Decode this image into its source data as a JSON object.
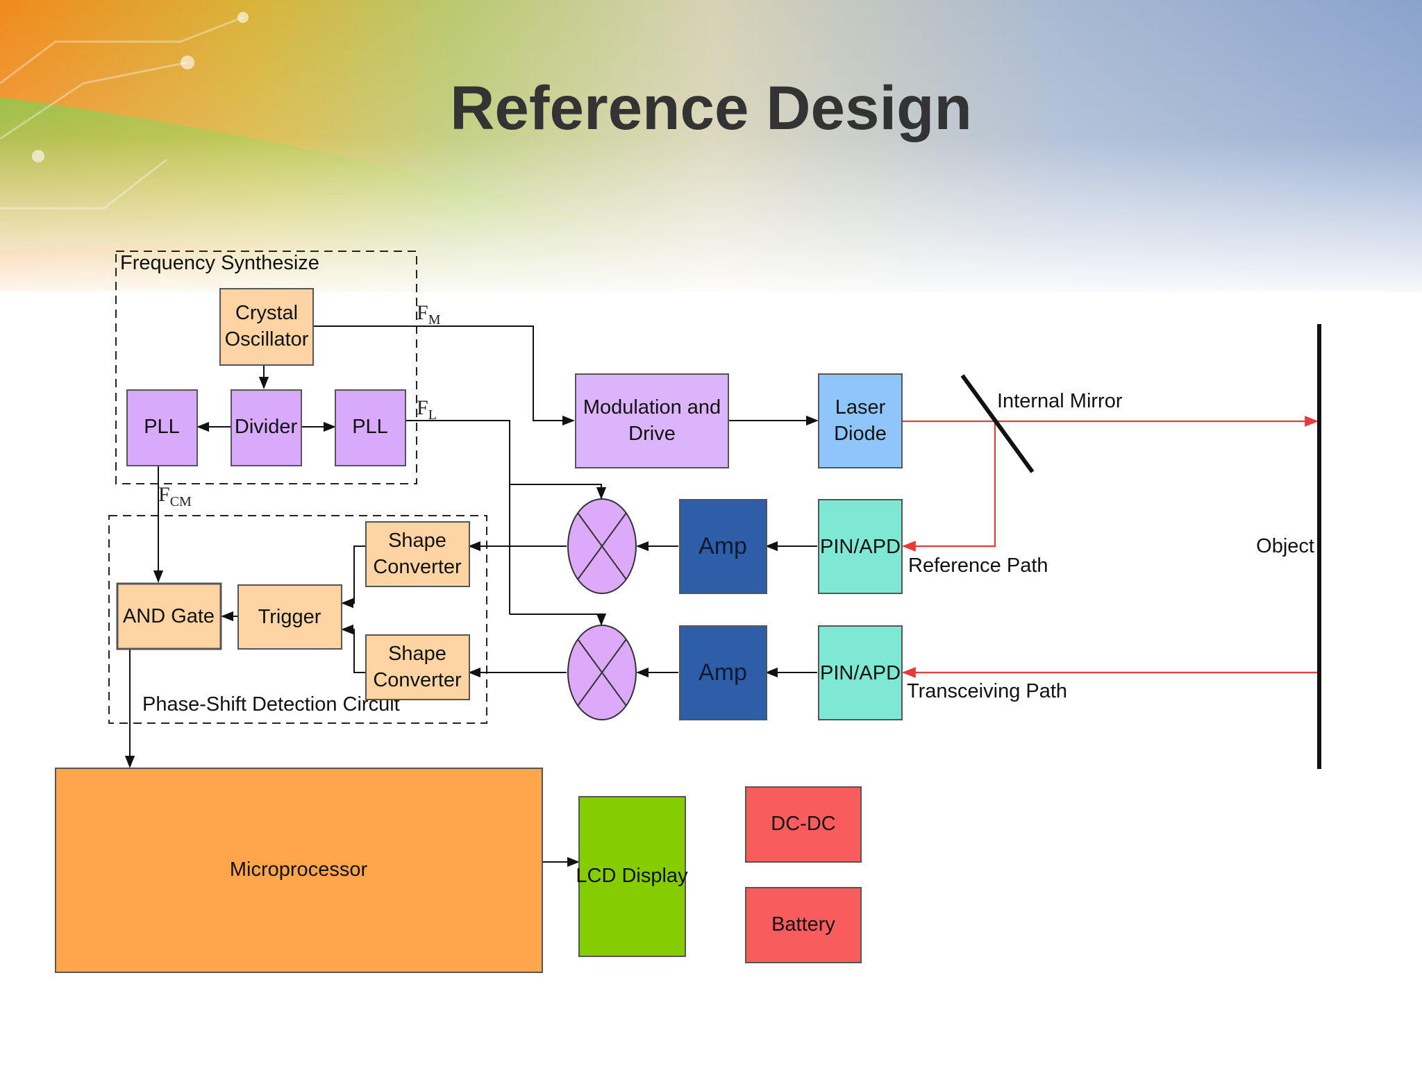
{
  "slide": {
    "title": "Reference Design"
  },
  "colors": {
    "crystal": "#ffd4a3",
    "pll": "#d9a9fb",
    "modulation": "#dcb4fb",
    "laser_diode": "#8ec6fb",
    "amp": "#2e5ea8",
    "pin_apd": "#7ee8d4",
    "shape_converter": "#ffd4a3",
    "microprocessor": "#ffa64d",
    "lcd": "#85cc00",
    "power": "#f85c5c",
    "mixer": "#dcaaf8",
    "laser_beam": "#e83a3a"
  },
  "diagram": {
    "groups": {
      "frequency_synthesize": "Frequency Synthesize",
      "phase_shift": "Phase-Shift Detection Circuit"
    },
    "blocks": {
      "crystal_line1": "Crystal",
      "crystal_line2": "Oscillator",
      "pll_left": "PLL",
      "divider": "Divider",
      "pll_right": "PLL",
      "modulation_line1": "Modulation and",
      "modulation_line2": "Drive",
      "laser_line1": "Laser",
      "laser_line2": "Diode",
      "amp_top": "Amp",
      "amp_bottom": "Amp",
      "pin_apd_top": "PIN/APD",
      "pin_apd_bottom": "PIN/APD",
      "shape_top_line1": "Shape",
      "shape_top_line2": "Converter",
      "shape_bottom_line1": "Shape",
      "shape_bottom_line2": "Converter",
      "trigger": "Trigger",
      "and_gate": "AND Gate",
      "microprocessor": "Microprocessor",
      "lcd_display": "LCD Display",
      "dc_dc": "DC-DC",
      "battery": "Battery"
    },
    "signals": {
      "fm_main": "F",
      "fm_sub": "M",
      "fl_main": "F",
      "fl_sub": "L",
      "fcm_main": "F",
      "fcm_sub": "CM"
    },
    "labels": {
      "internal_mirror": "Internal Mirror",
      "object": "Object",
      "reference_path": "Reference Path",
      "transceiving_path": "Transceiving Path"
    }
  }
}
